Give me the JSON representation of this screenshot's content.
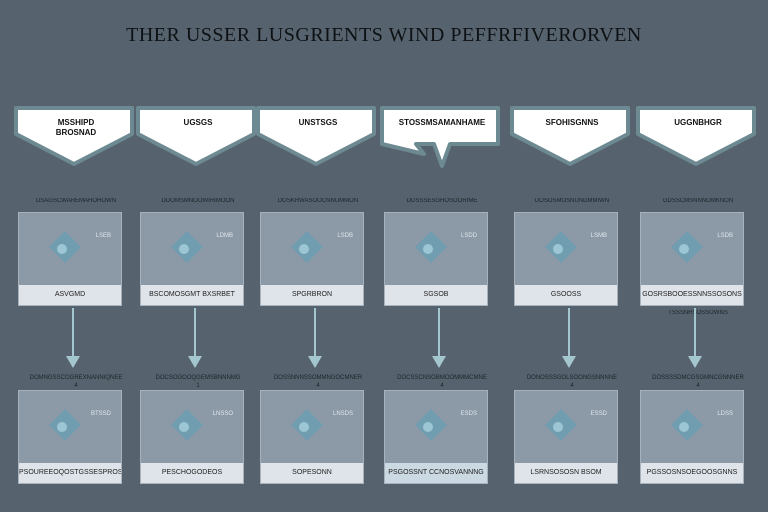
{
  "title": "THER USSER LUSGRIENTS WIND PEFFRFIVERORVEN",
  "colors": {
    "background": "#56636e",
    "banner_border": "#6d8992",
    "banner_fill": "#ffffff",
    "card_fill": "#8c99a6",
    "chip": "#6b9eb0",
    "arrow": "#a4c6ce"
  },
  "columns": [
    {
      "banner": "MSSHIPD\nBROSNAD",
      "top_note": "DSAGSCWAREMAHOHOWN",
      "top_card": {
        "note": "LSEB",
        "caption": "ASVGMD"
      },
      "bottom_note": "DOMNGSSCOGREXNANNIQNEE\n4",
      "bottom_card": {
        "note": "BTSSD",
        "caption": "PSOUREEOQOSTGSSESPROS"
      }
    },
    {
      "banner": "UGSGS",
      "top_note": "DDOMSMNOOWIRIMOON",
      "top_card": {
        "note": "LDMB",
        "caption": "BSCOMOSGMT BXSRBET"
      },
      "bottom_note": "DOCSOGOOQGEMSBNNNMG\n1",
      "bottom_card": {
        "note": "LNSSO",
        "caption": "PESCHOGODEOS"
      }
    },
    {
      "banner": "UNSTSGS",
      "top_note": "DOSKRWASOOCNNUMMON",
      "top_card": {
        "note": "LSDB",
        "caption": "SPGRBRON"
      },
      "bottom_note": "DOSSNNNSSOMMNGOCMNER\n4",
      "bottom_card": {
        "note": "LNSDS",
        "caption": "SOPESONN"
      }
    },
    {
      "banner": "STOSSMSAMANHAME",
      "top_note": "DDSSSESGHOSOORIME",
      "top_card": {
        "note": "LSDD",
        "caption": "SGSOB"
      },
      "bottom_note": "DOCSSCNSOBMOOMMMCMNE\n4",
      "bottom_card": {
        "note": "ESDS",
        "caption": "PSGOSSNT CCNOSVANNNG",
        "highlight": true
      }
    },
    {
      "banner": "SFOHISGNNS",
      "top_note": "DOSOSMOSNUNDMMIWN",
      "top_card": {
        "note": "LSMB",
        "caption": "GSOOSS"
      },
      "bottom_note": "DONOSSSGOLSOONGSNNNNE\n4",
      "bottom_card": {
        "note": "ESSD",
        "caption": "LSRNSOSOSN BSOM"
      }
    },
    {
      "banner": "UGGNBHGR",
      "top_note": "GDSSCMSNNNOMKNON",
      "top_card": {
        "note": "LSDB",
        "caption": "GOSRSBOOESSNNSSOSONS"
      },
      "mid_note": "TSSSNRSOSSOWNS",
      "bottom_note": "DOSSSSDMCGSGMNCGNNNER\n4",
      "bottom_card": {
        "note": "LDSS",
        "caption": "PGSSOSNSOEGOOSGNNS"
      }
    }
  ]
}
